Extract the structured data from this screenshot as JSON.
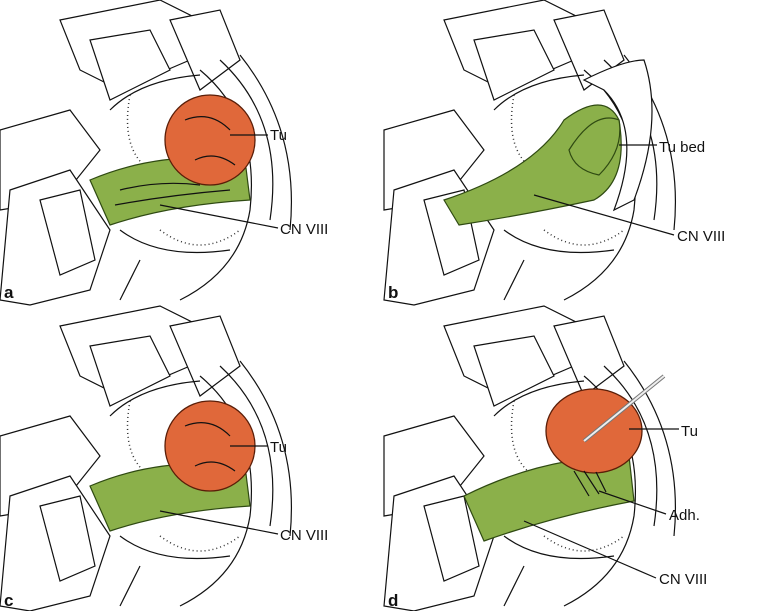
{
  "panels": [
    {
      "letter": "a",
      "labels": {
        "tumor": "Tu",
        "nerve": "CN VIII"
      }
    },
    {
      "letter": "b",
      "labels": {
        "tumor_bed": "Tu bed",
        "nerve": "CN VIII"
      }
    },
    {
      "letter": "c",
      "labels": {
        "tumor": "Tu",
        "nerve": "CN VIII"
      }
    },
    {
      "letter": "d",
      "labels": {
        "tumor": "Tu",
        "adhesion": "Adh.",
        "nerve": "CN VIII"
      }
    }
  ],
  "colors": {
    "nerve": "#8bb04a",
    "tumor": "#e0683a"
  }
}
